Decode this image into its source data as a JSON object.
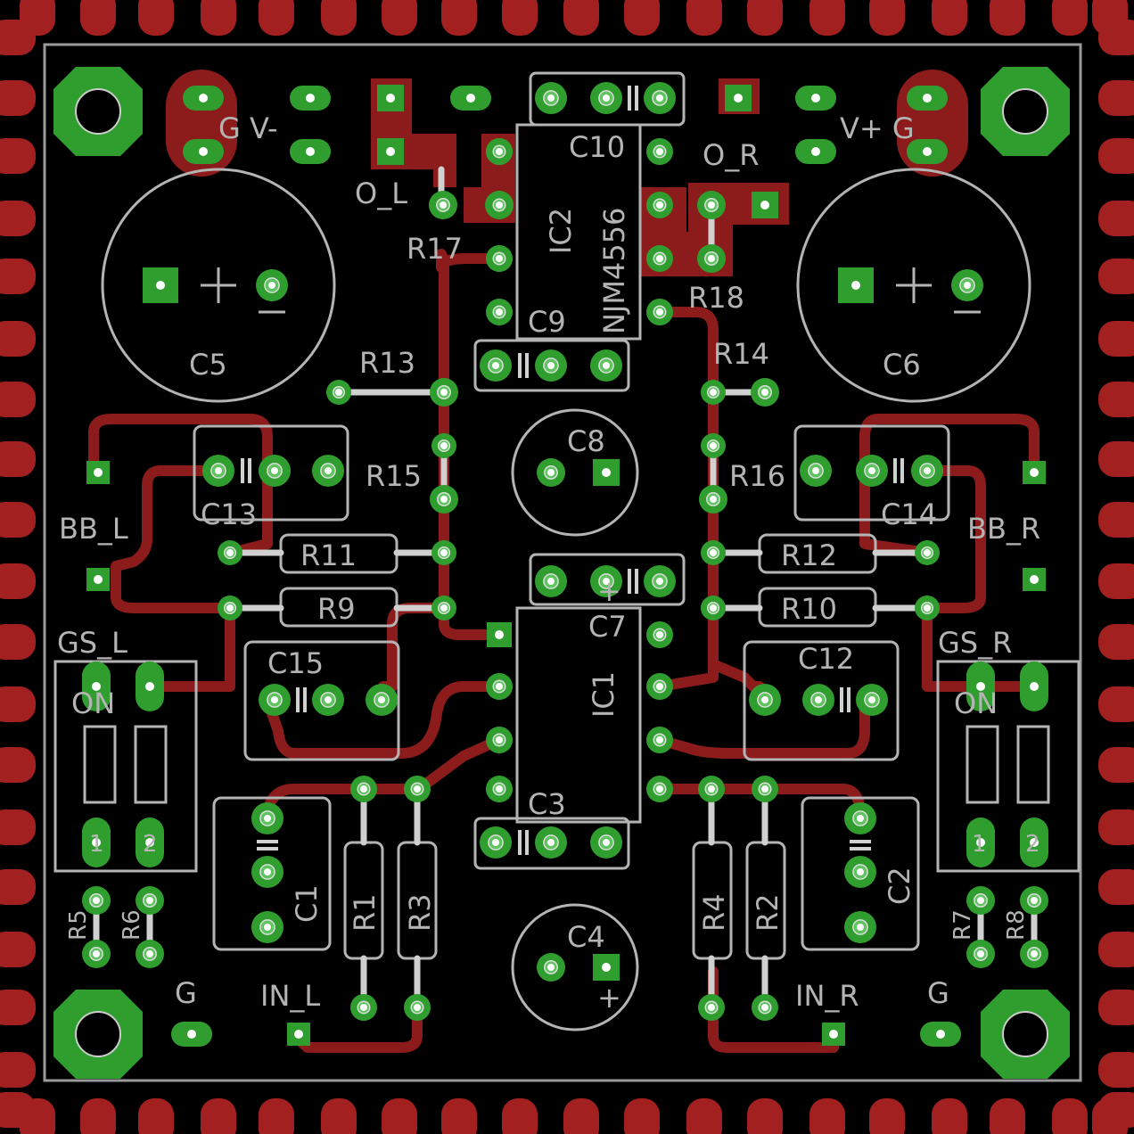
{
  "colors": {
    "background": "#000000",
    "copper": "#8c1c1c",
    "copper_bright": "#a32020",
    "pad": "#2f9e2f",
    "silkscreen": "#b4b4b4",
    "drill": "#c8c8c8"
  },
  "labels": {
    "g_vminus": "G V-",
    "vplus_g": "V+ G",
    "o_l": "O_L",
    "o_r": "O_R",
    "c10": "C10",
    "ic2": "IC2",
    "njm": "NJM4556",
    "r17": "R17",
    "r18": "R18",
    "c9": "C9",
    "c5": "C5",
    "c6": "C6",
    "r13": "R13",
    "r14": "R14",
    "c8": "C8",
    "r15": "R15",
    "r16": "R16",
    "c13": "C13",
    "c14": "C14",
    "bb_l": "BB_L",
    "bb_r": "BB_R",
    "r11": "R11",
    "r12": "R12",
    "r9": "R9",
    "r10": "R10",
    "c7": "C7",
    "gs_l": "GS_L",
    "gs_r": "GS_R",
    "c15": "C15",
    "c12": "C12",
    "ic1": "IC1",
    "on_l": "ON",
    "on_r": "ON",
    "c3": "C3",
    "c1": "C1",
    "c2": "C2",
    "r1": "R1",
    "r3": "R3",
    "r4": "R4",
    "r2": "R2",
    "r5": "R5",
    "r6": "R6",
    "r7": "R7",
    "r8": "R8",
    "c4": "C4",
    "g_left": "G",
    "g_right": "G",
    "in_l": "IN_L",
    "in_r": "IN_R",
    "pin1_l": "1",
    "pin2_l": "2",
    "pin1_r": "1",
    "pin2_r": "2",
    "plus_c8": "+",
    "plus_c4": "+"
  }
}
